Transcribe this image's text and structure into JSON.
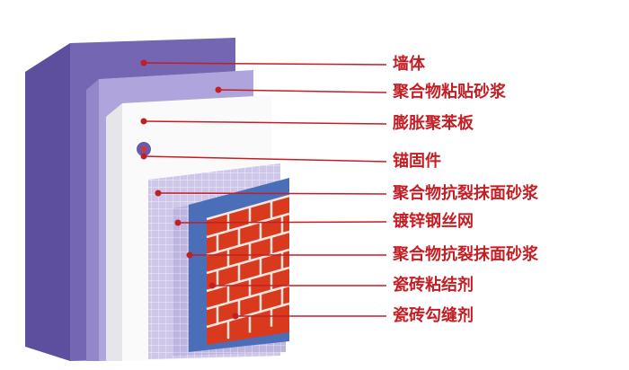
{
  "colors": {
    "accent": "#c41e25",
    "wall": "#7466b3",
    "mortar": "#a99bd6",
    "brick": "#d93a1e",
    "backing": "#4a6fb8"
  },
  "layers": [
    {
      "label": "墙体",
      "icon": "wall"
    },
    {
      "label": "聚合物粘贴砂浆",
      "icon": "mortar"
    },
    {
      "label": "膨胀聚苯板",
      "icon": "eps-board"
    },
    {
      "label": "锚固件",
      "icon": "anchor"
    },
    {
      "label": "聚合物抗裂抹面砂浆",
      "icon": "mortar"
    },
    {
      "label": "镀锌钢丝网",
      "icon": "wire-mesh"
    },
    {
      "label": "聚合物抗裂抹面砂浆",
      "icon": "mortar"
    },
    {
      "label": "瓷砖粘结剂",
      "icon": "tile-adhesive"
    },
    {
      "label": "瓷砖勾缝剂",
      "icon": "tile-grout"
    }
  ]
}
